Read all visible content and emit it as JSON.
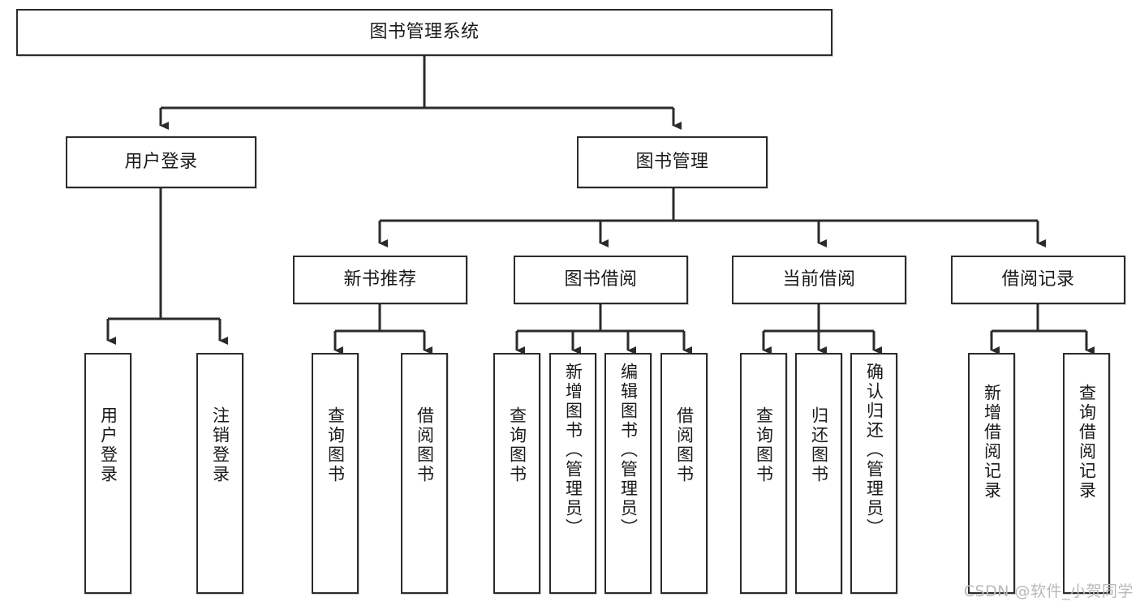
{
  "diagram": {
    "title": "图书管理系统",
    "type": "tree-hierarchy-chart",
    "watermark": "CSDN @软件_小贺同学",
    "colors": {
      "box_border": "#2b2b2b",
      "box_fill": "#ffffff",
      "connector": "#2b2b2b",
      "text": "#1a1a1a",
      "watermark": "#b9b9b9",
      "background": "#ffffff"
    },
    "root": {
      "label": "图书管理系统"
    },
    "level2": [
      {
        "label": "用户登录"
      },
      {
        "label": "图书管理"
      }
    ],
    "level3": [
      {
        "label": "新书推荐"
      },
      {
        "label": "图书借阅"
      },
      {
        "label": "当前借阅"
      },
      {
        "label": "借阅记录"
      }
    ],
    "leaves": {
      "user_login": [
        {
          "label": "用户登录"
        },
        {
          "label": "注销登录"
        }
      ],
      "new_book_recommend": [
        {
          "label": "查询图书"
        },
        {
          "label": "借阅图书"
        }
      ],
      "book_borrow": [
        {
          "label": "查询图书"
        },
        {
          "label": "新增图书（管理员）"
        },
        {
          "label": "编辑图书（管理员）"
        },
        {
          "label": "借阅图书"
        }
      ],
      "current_borrow": [
        {
          "label": "查询图书"
        },
        {
          "label": "归还图书"
        },
        {
          "label": "确认归还（管理员）"
        }
      ],
      "borrow_record": [
        {
          "label": "新增借阅记录"
        },
        {
          "label": "查询借阅记录"
        }
      ]
    }
  }
}
